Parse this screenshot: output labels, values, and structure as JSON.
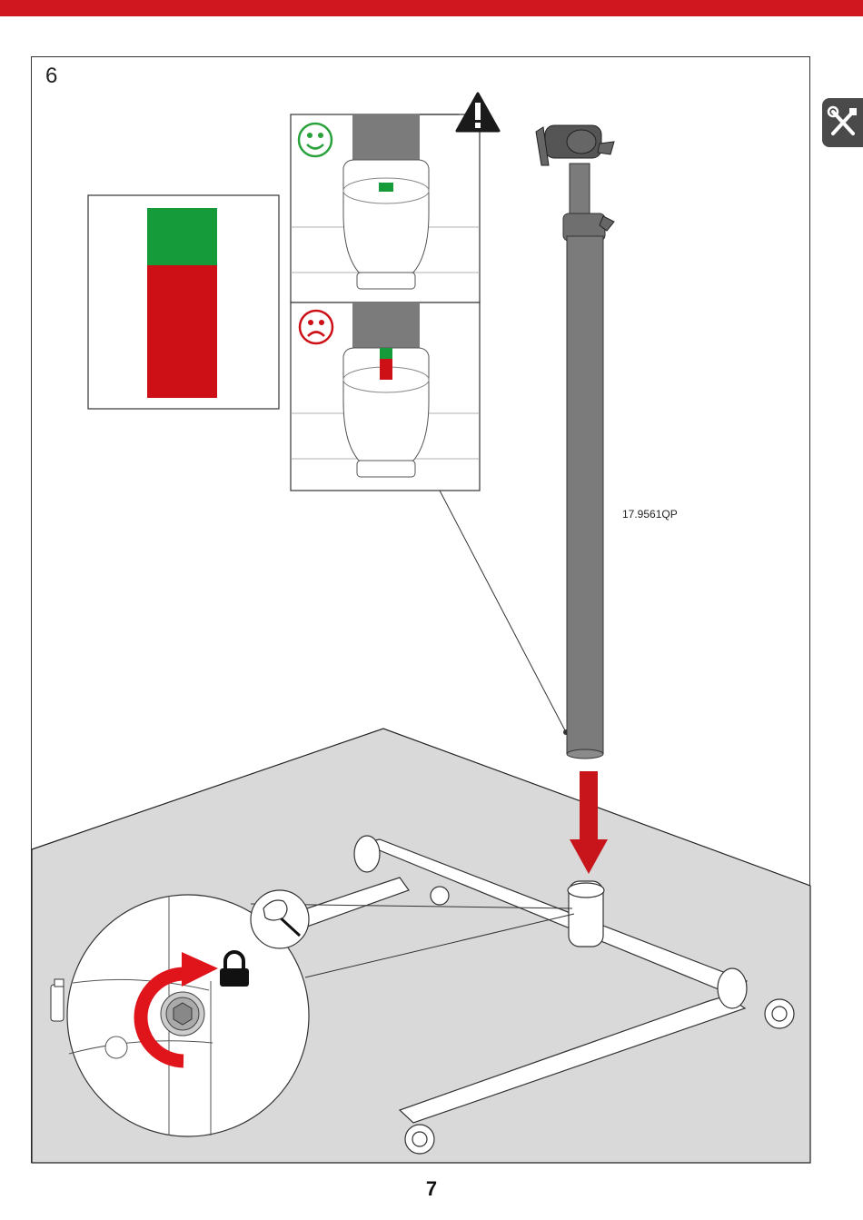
{
  "step": {
    "number": "6"
  },
  "page": {
    "number": "7"
  },
  "part": {
    "code": "17.9561QP"
  },
  "colors": {
    "brand_red": "#d0161f",
    "ok_green": "#169b3a",
    "bad_red": "#cc1016",
    "arrow_red": "#c8141b",
    "pole_gray": "#7b7b7b",
    "floor_gray": "#d9d9d9"
  },
  "icons": {
    "tools_tab": "tools-icon",
    "warning": "warning-icon",
    "ok": "happy-face-icon",
    "bad": "sad-face-icon",
    "lock": "lock-icon",
    "key": "hex-key-icon",
    "rotate": "rotate-arrow-icon"
  }
}
